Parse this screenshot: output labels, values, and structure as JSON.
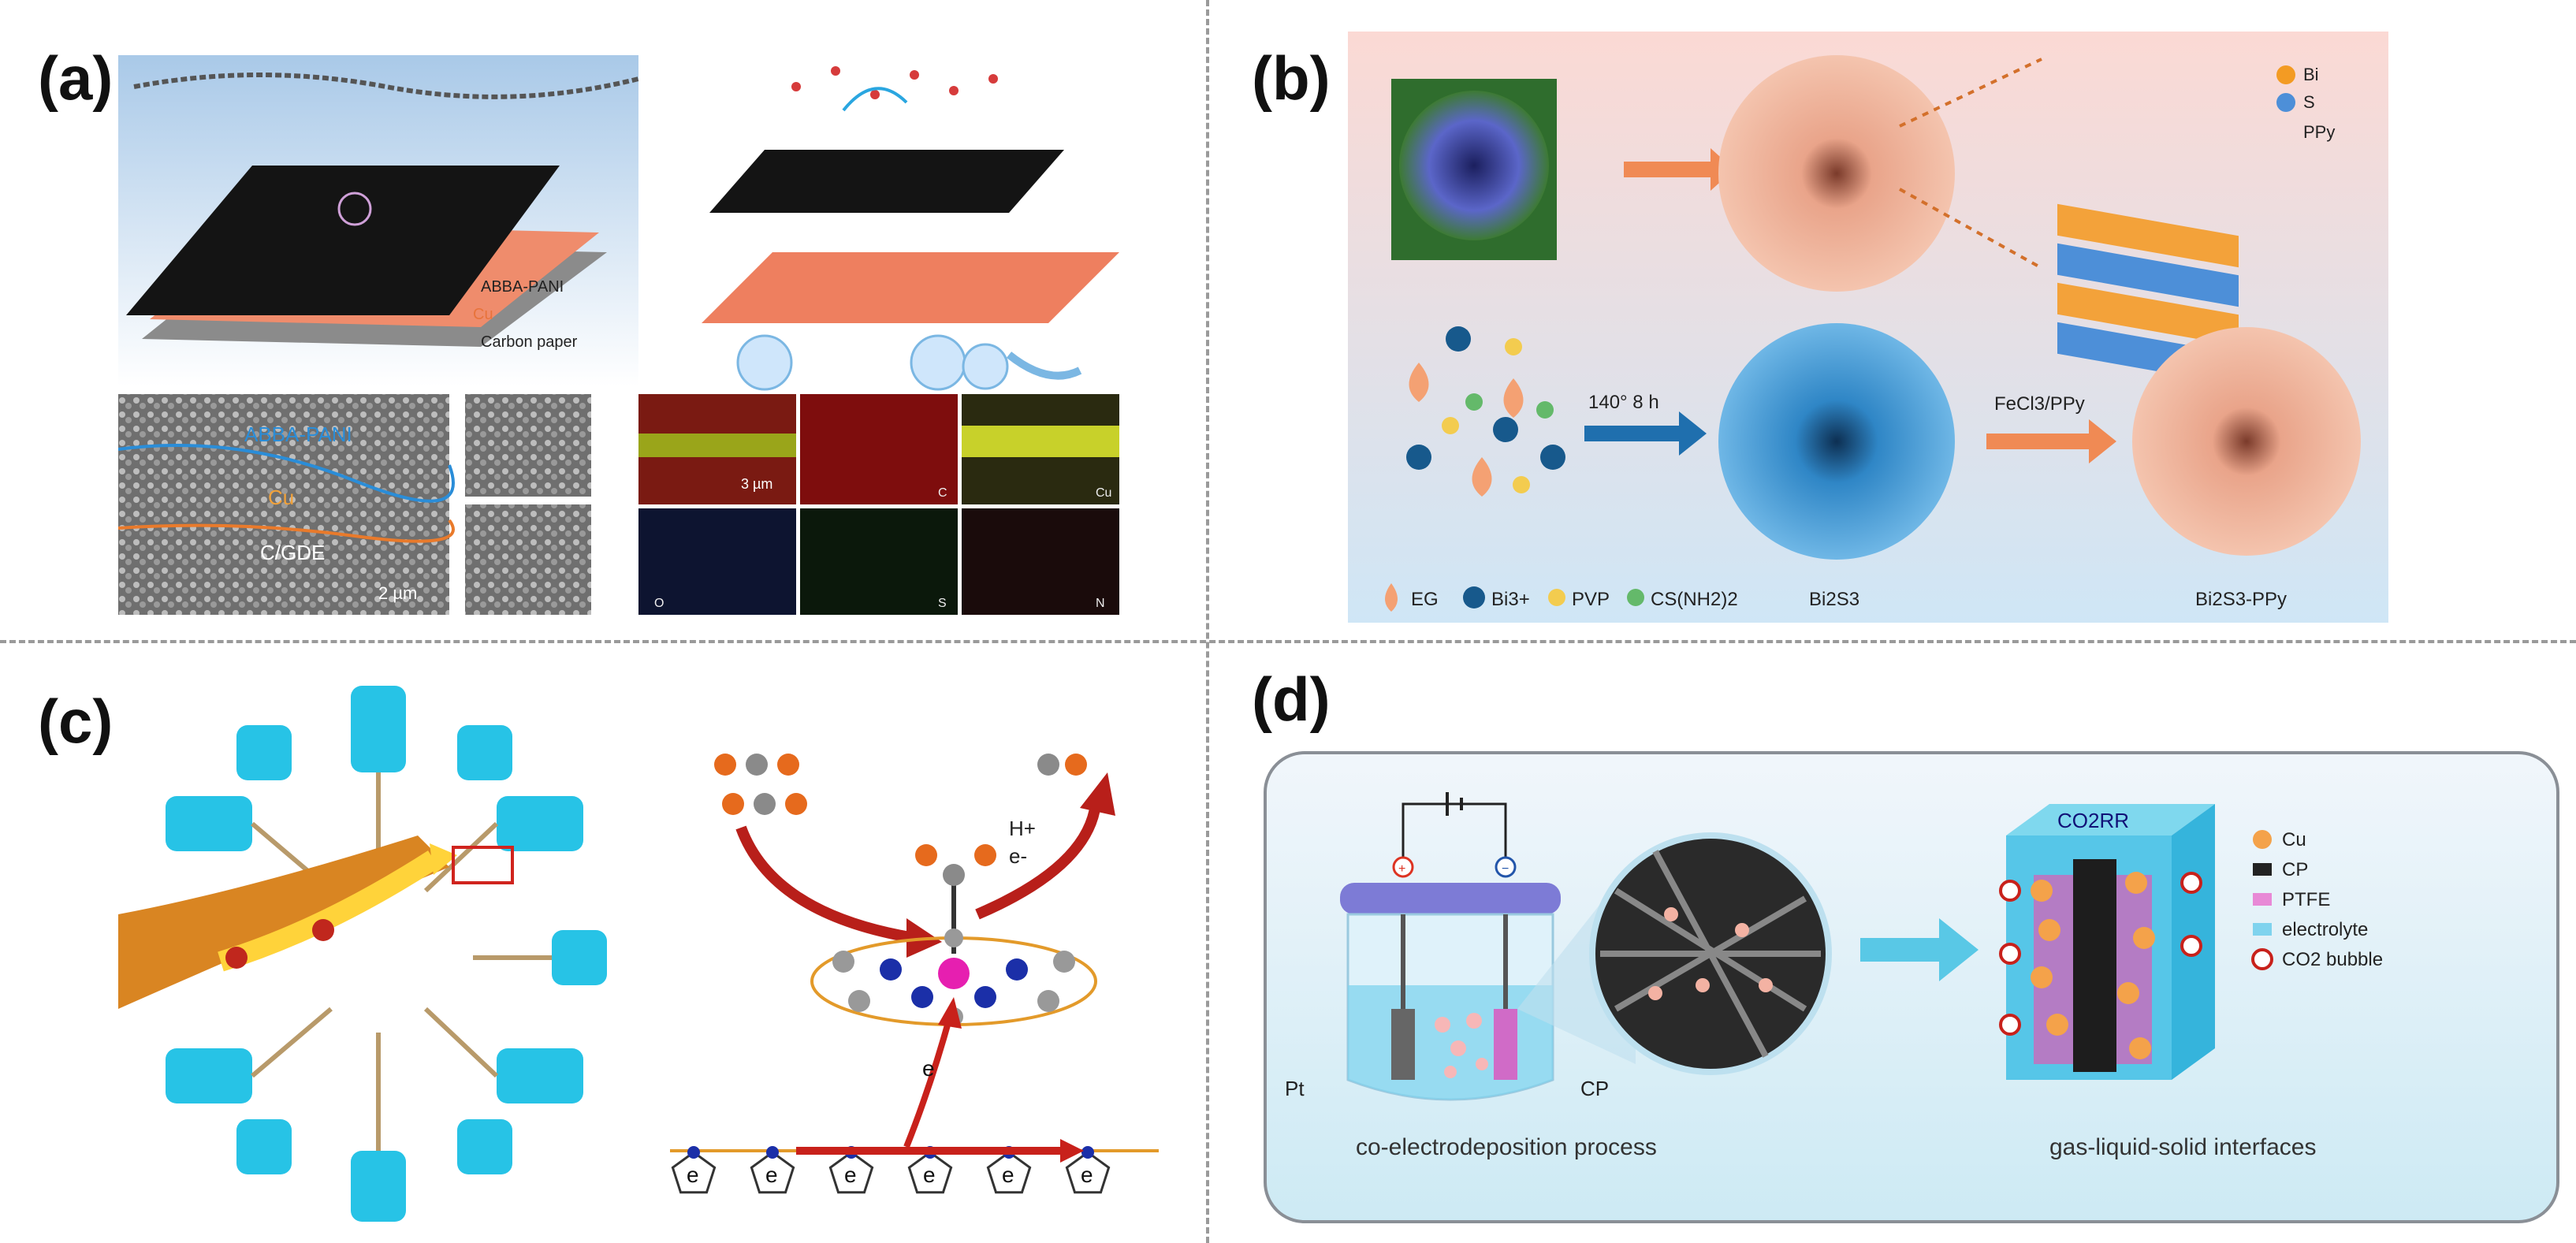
{
  "panels": {
    "a": {
      "label": "(a)",
      "layer_labels": [
        "ABBA-PANI",
        "Cu",
        "Carbon paper"
      ],
      "sem_labels": [
        "ABBA-PANI",
        "Cu",
        "C/GDE"
      ],
      "scale_bar_main": "2 µm",
      "scale_bar_map": "3 µm",
      "map_labels": [
        "C",
        "Cu",
        "O",
        "S",
        "N"
      ]
    },
    "b": {
      "label": "(b)",
      "legend_top": [
        "Bi",
        "S",
        "PPy"
      ],
      "step1": "140° 8 h",
      "step2": "FeCl3/PPy",
      "legend_bottom": [
        "EG",
        "Bi3+",
        "PVP",
        "CS(NH2)2"
      ],
      "product1": "Bi2S3",
      "product2": "Bi2S3-PPy"
    },
    "c": {
      "label": "(c)",
      "proton": "H+",
      "electron": "e-",
      "e_symbol": "e"
    },
    "d": {
      "label": "(d)",
      "title_box": "CO2RR",
      "legend": [
        "Cu",
        "CP",
        "PTFE",
        "electrolyte",
        "CO2 bubble"
      ],
      "electrode_left": "Pt",
      "electrode_right": "CP",
      "plus": "+",
      "minus": "−",
      "caption_left": "co-electrodeposition process",
      "caption_right": "gas-liquid-solid interfaces"
    }
  },
  "colors": {
    "panel_b_bg_top": "#fbd9d4",
    "panel_b_bg_bottom": "#cfe6f6",
    "sphere_peach": "#e9a48a",
    "sphere_blue": "#2f86c6",
    "mof_cyan": "#27c3e6",
    "ppy_red": "#c8211b",
    "cu_orange": "#f2a54a",
    "electrolyte": "#7fd3ee",
    "ptfe": "#e889d6"
  }
}
